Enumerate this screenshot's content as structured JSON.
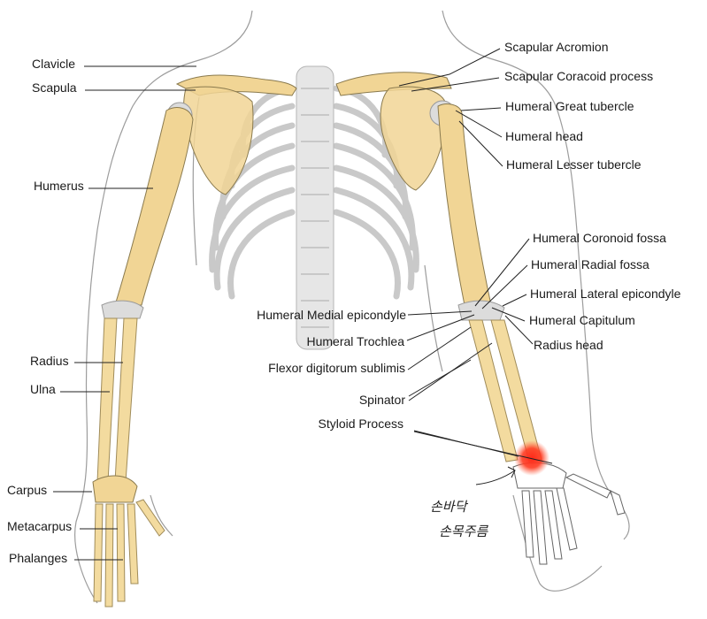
{
  "labels": {
    "clavicle": "Clavicle",
    "scapula": "Scapula",
    "humerus": "Humerus",
    "radius": "Radius",
    "ulna": "Ulna",
    "carpus": "Carpus",
    "metacarpus": "Metacarpus",
    "phalanges": "Phalanges",
    "scapular_acromion": "Scapular Acromion",
    "scapular_coracoid": "Scapular Coracoid process",
    "humeral_great_tubercle": "Humeral Great tubercle",
    "humeral_head": "Humeral head",
    "humeral_lesser_tubercle": "Humeral Lesser tubercle",
    "humeral_coronoid_fossa": "Humeral Coronoid fossa",
    "humeral_radial_fossa": "Humeral Radial fossa",
    "humeral_lateral_epicondyle": "Humeral Lateral epicondyle",
    "humeral_medial_epicondyle": "Humeral Medial epicondyle",
    "humeral_capitulum": "Humeral Capitulum",
    "humeral_trochlea": "Humeral Trochlea",
    "radius_head": "Radius head",
    "flexor_digitorum": "Flexor digitorum sublimis",
    "spinator": "Spinator",
    "styloid_process": "Styloid Process"
  },
  "annotation": {
    "line1": "손바닥",
    "line2": "손목주름"
  },
  "colors": {
    "bone": "#f1d595",
    "highlight": "#ff2a1a",
    "cartilage": "#dcdcdc"
  }
}
